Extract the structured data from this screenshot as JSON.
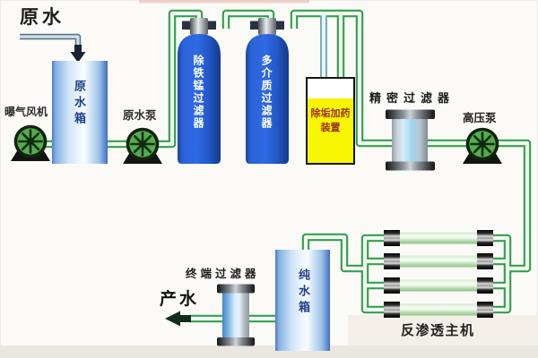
{
  "diagram": {
    "labels": {
      "raw_water": "原水",
      "aeration_fan": "曝气风机",
      "raw_water_tank": "原水箱",
      "raw_water_pump": "原水泵",
      "iron_manganese_filter": "除铁锰过滤器",
      "multimedia_filter": "多介质过滤器",
      "dosing_device_line1": "除垢加药",
      "dosing_device_line2": "装置",
      "precision_filter": "精密过滤器",
      "high_pressure_pump": "高压泵",
      "ro_main_unit": "反渗透主机",
      "pure_water_tank": "纯水箱",
      "terminal_filter": "终端过滤器",
      "product_water": "产水"
    },
    "colors": {
      "pipe_green": "#33a04f",
      "vessel_blue": "#2458cc",
      "dosing_yellow": "#f8f500",
      "dosing_text_red": "#9e3426",
      "pump_green": "#54ad4a",
      "tank_highlight_blue": "#cfe4f7",
      "membrane_green": "#bfe0b8"
    }
  }
}
